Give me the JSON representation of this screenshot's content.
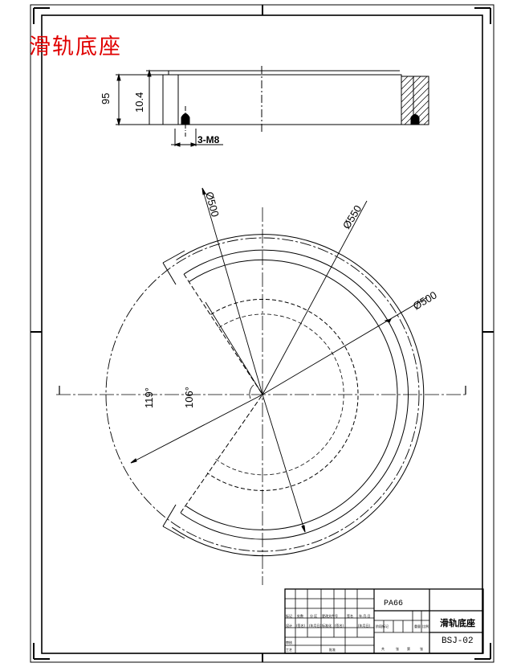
{
  "drawing": {
    "title": "滑轨底座",
    "dimensions": {
      "side_height": "95",
      "side_thickness": "10.4",
      "thread_note": "3-M8",
      "dia_top_left": "Ø500",
      "dia_top_right": "Ø550",
      "dia_right": "Ø500",
      "angle_outer": "119°",
      "angle_inner": "106°"
    },
    "title_block": {
      "material": "PA66",
      "part_name": "滑轨底座",
      "drawing_no": "BSJ-02",
      "small_labels": [
        "标记",
        "处数",
        "分 区",
        "更改文件号",
        "签名",
        "年.月.日",
        "设计",
        "(签名)",
        "(年月日)",
        "标准化",
        "(签名)",
        "(年月日)",
        "阶段标记",
        "重量",
        "比例",
        "审核",
        "工艺",
        "批准",
        "共",
        "张",
        "第",
        "张"
      ]
    }
  }
}
